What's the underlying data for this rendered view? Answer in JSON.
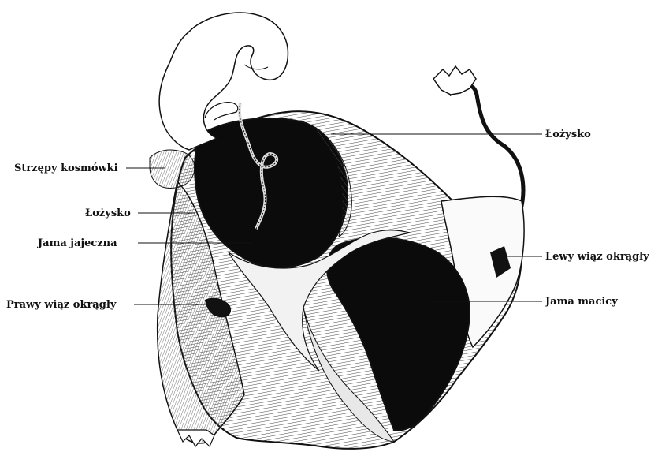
{
  "labels": {
    "left": {
      "strzepy": "Strzępy kosmówki",
      "lozysko": "Łożysko",
      "jama_jajeczna": "Jama jajeczna",
      "prawy_wiaz": "Prawy wiąz okrągły"
    },
    "right": {
      "lozysko": "Łożysko",
      "lewy_wiaz": "Lewy wiąz okrągły",
      "jama_macicy": "Jama macicy"
    }
  },
  "colors": {
    "ink": "#111111",
    "paper": "#ffffff",
    "cavity": "#0b0b0b",
    "tissue_light": "#f2f2f2",
    "hatch": "#555555"
  }
}
